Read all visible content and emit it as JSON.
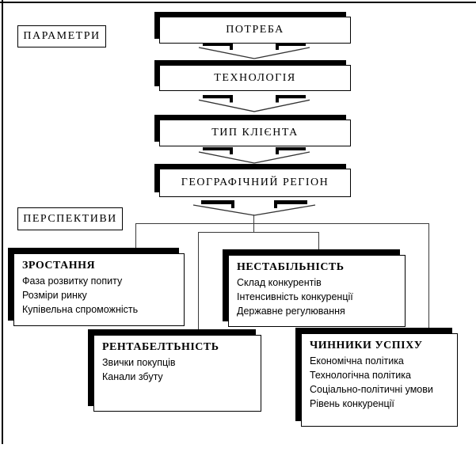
{
  "diagram": {
    "side_labels": {
      "parameters": "ПАРАМЕТРИ",
      "perspectives": "ПЕРСПЕКТИВИ"
    },
    "chain": [
      {
        "label": "ПОТРЕБА"
      },
      {
        "label": "ТЕХНОЛОГІЯ"
      },
      {
        "label": "ТИП КЛІЄНТА"
      },
      {
        "label": "ГЕОГРАФІЧНИЙ РЕГІОН"
      }
    ],
    "detail_boxes": [
      {
        "title": "ЗРОСТАННЯ",
        "items": [
          "Фаза розвитку попиту",
          "Розміри ринку",
          "Купівельна спроможність"
        ]
      },
      {
        "title": "НЕСТАБІЛЬНІСТЬ",
        "items": [
          "Склад конкурентів",
          "Інтенсивність конкуренції",
          "Державне регулювання"
        ]
      },
      {
        "title": "РЕНТАБЕЛТЬНІСТЬ",
        "items": [
          "Звички покупців",
          "Канали збуту"
        ]
      },
      {
        "title": "ЧИННИКИ УСПІХУ",
        "items": [
          "Економічна політика",
          "Технологічна політика",
          "Соціально-політичні умови",
          "Рівень конкуренції"
        ]
      }
    ],
    "colors": {
      "ink": "#000000",
      "paper": "#ffffff",
      "line": "#3a3a3a"
    }
  }
}
